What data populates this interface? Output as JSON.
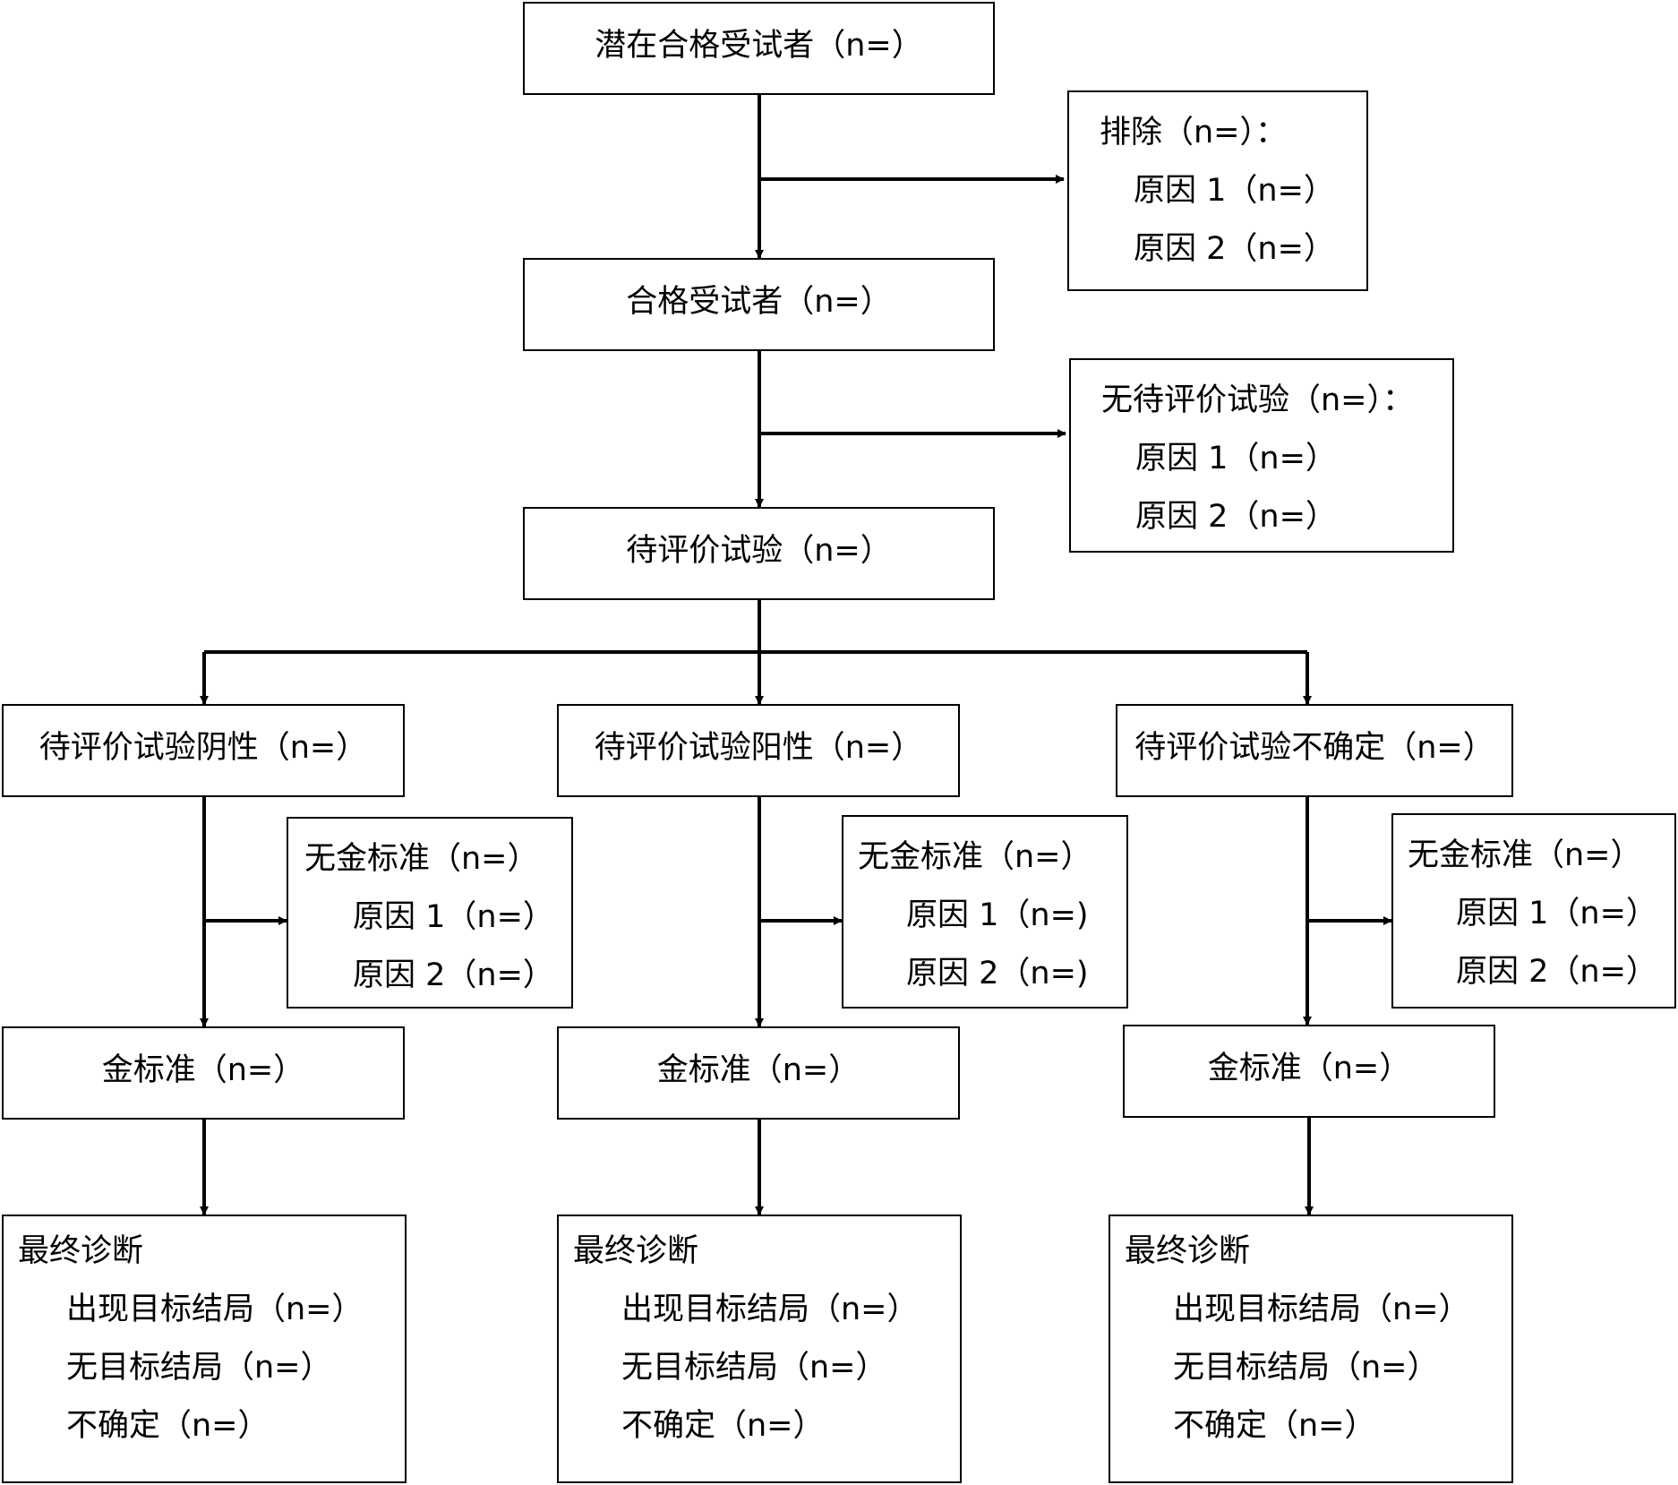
{
  "flowchart": {
    "potential": "潜在合格受试者（n=）",
    "excluded": {
      "title": "排除（n=）：",
      "reasons": [
        "原因 1（n=）",
        "原因 2（n=）"
      ]
    },
    "eligible": "合格受试者（n=）",
    "no_index_test": {
      "title": "无待评价试验（n=）：",
      "reasons": [
        "原因 1（n=）",
        "原因 2（n=）"
      ]
    },
    "index_test": "待评价试验（n=）",
    "branches": [
      {
        "result": "待评价试验阴性（n=）",
        "no_reference": {
          "title": "无金标准（n=）",
          "reasons": [
            "原因 1（n=）",
            "原因 2（n=）"
          ]
        },
        "reference": "金标准（n=）",
        "final": {
          "title": "最终诊断",
          "items": [
            "出现目标结局（n=）",
            "无目标结局（n=）",
            "不确定（n=）"
          ]
        }
      },
      {
        "result": "待评价试验阳性（n=）",
        "no_reference": {
          "title": "无金标准（n=）",
          "reasons": [
            "原因 1（n=)",
            "原因 2（n=)"
          ]
        },
        "reference": "金标准（n=）",
        "final": {
          "title": "最终诊断",
          "items": [
            "出现目标结局（n=）",
            "无目标结局（n=）",
            "不确定（n=）"
          ]
        }
      },
      {
        "result": "待评价试验不确定（n=）",
        "no_reference": {
          "title": "无金标准（n=）",
          "reasons": [
            "原因 1（n=）",
            "原因 2（n=）"
          ]
        },
        "reference": "金标准（n=）",
        "final": {
          "title": "最终诊断",
          "items": [
            "出现目标结局（n=）",
            "无目标结局（n=）",
            "不确定（n=）"
          ]
        }
      }
    ]
  }
}
